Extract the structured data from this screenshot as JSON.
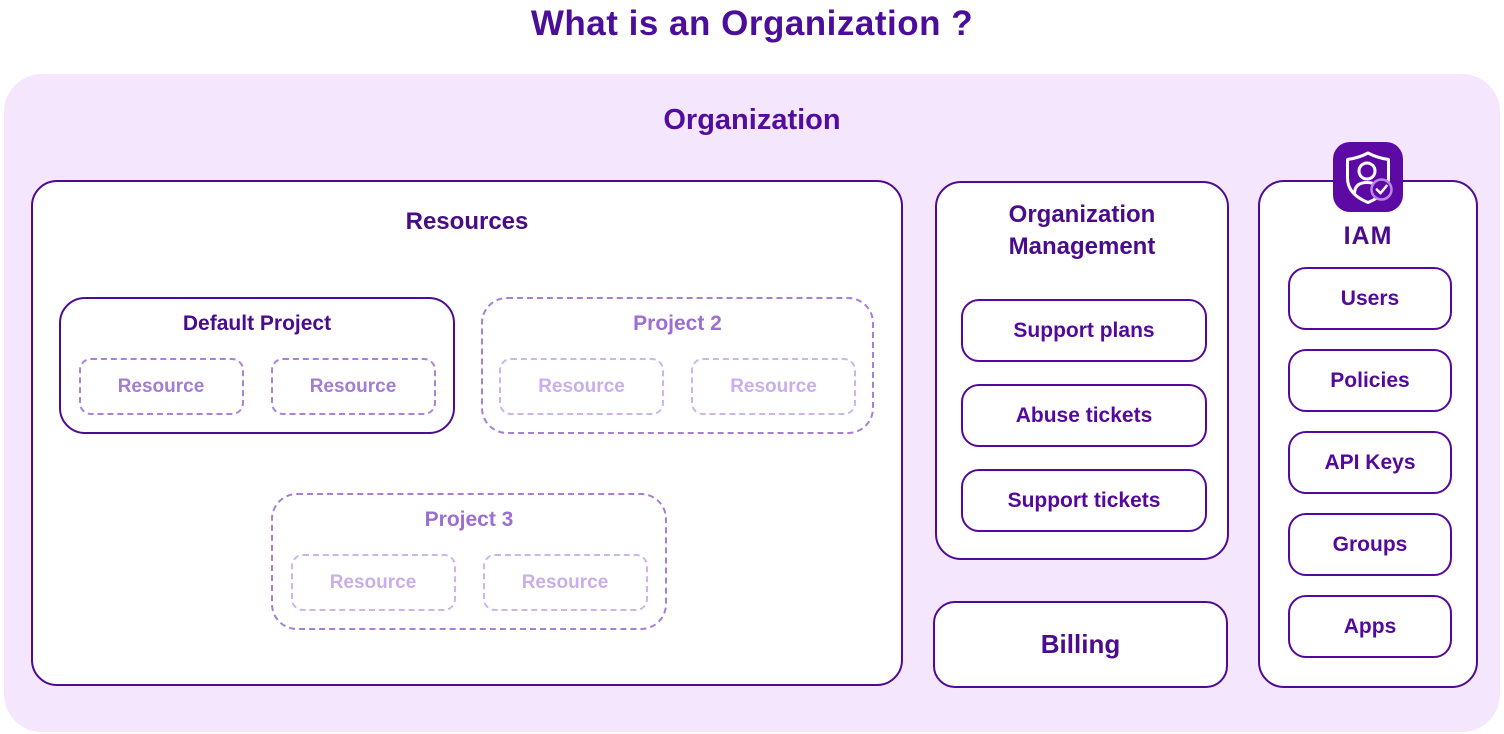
{
  "page_title": "What is an Organization ?",
  "organization": {
    "label": "Organization",
    "resources": {
      "title": "Resources",
      "projects": [
        {
          "name": "Default Project",
          "style": "solid",
          "resources": [
            "Resource",
            "Resource"
          ]
        },
        {
          "name": "Project 2",
          "style": "dashed",
          "resources": [
            "Resource",
            "Resource"
          ]
        },
        {
          "name": "Project 3",
          "style": "dashed",
          "resources": [
            "Resource",
            "Resource"
          ]
        }
      ]
    },
    "org_management": {
      "title": "Organization Management",
      "items": [
        "Support plans",
        "Abuse tickets",
        "Support tickets"
      ]
    },
    "billing": {
      "label": "Billing"
    },
    "iam": {
      "title": "IAM",
      "icon": "shield-user-check-icon",
      "items": [
        "Users",
        "Policies",
        "API Keys",
        "Groups",
        "Apps"
      ]
    }
  },
  "colors": {
    "page_background": "#ffffff",
    "title_text": "#4b0e9b",
    "organization_background": "#f4e6fc",
    "panel_border": "#4e0a92",
    "pill_border_text": "#55089c",
    "dashed_project_border": "#a77fd6",
    "dashed_project_title": "#9c6ed2",
    "resource_dashed_solid_project": "#a983d9",
    "resource_dashed_faded": "#cdb5ec",
    "resource_text_faded": "#c9afe9",
    "iam_icon_background": "#5d0aa4"
  }
}
